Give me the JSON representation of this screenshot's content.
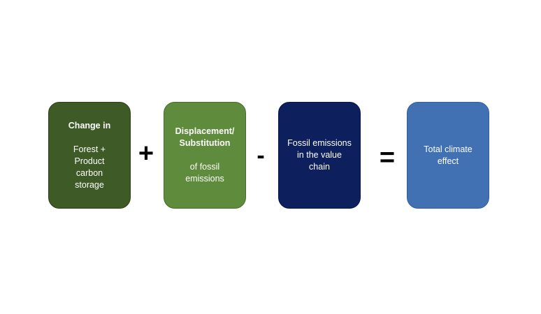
{
  "boxes": [
    {
      "heading": "Change in",
      "body": [
        "Forest +",
        "Product",
        "carbon",
        "storage"
      ],
      "color": "#3e5a26"
    },
    {
      "heading": [
        "Displacement/",
        "Substitution"
      ],
      "body": [
        "of fossil",
        "emissions"
      ],
      "color": "#5f8b3c"
    },
    {
      "body": [
        "Fossil emissions",
        "in the value",
        "chain"
      ],
      "color": "#0d1f5c"
    },
    {
      "body": [
        "Total climate",
        "effect"
      ],
      "color": "#4271b3"
    }
  ],
  "operators": {
    "plus": "+",
    "minus": "-",
    "equals": "="
  }
}
